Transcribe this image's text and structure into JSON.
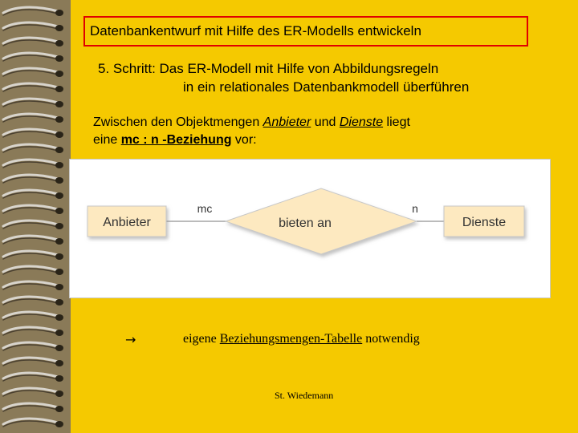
{
  "slide": {
    "title": "Datenbankentwurf mit Hilfe des ER-Modells entwickeln",
    "step_line1": "5. Schritt:  Das ER-Modell mit Hilfe von Abbildungsregeln",
    "step_line2": "in ein relationales Datenbankmodell überführen",
    "desc": {
      "prefix": "Zwischen den Objektmengen ",
      "entity1": "Anbieter",
      "and": " und ",
      "entity2": "Dienste",
      "suffix": " liegt",
      "line2_prefix": "eine ",
      "relation_type": "mc : n -Beziehung",
      "line2_suffix": " vor:"
    },
    "conclusion": {
      "arrow": "→",
      "prefix": "eigene ",
      "emph": "Beziehungsmengen-Tabelle",
      "suffix": " notwendig"
    },
    "footer": "St. Wiedemann"
  },
  "diagram": {
    "entity_left": "Anbieter",
    "relationship": "bieten an",
    "entity_right": "Dienste",
    "card_left": "mc",
    "card_right": "n"
  },
  "colors": {
    "background": "#f5c900",
    "title_border": "#e00000",
    "shape_fill": "#fde9c0",
    "shape_stroke": "#c0c0c0"
  }
}
